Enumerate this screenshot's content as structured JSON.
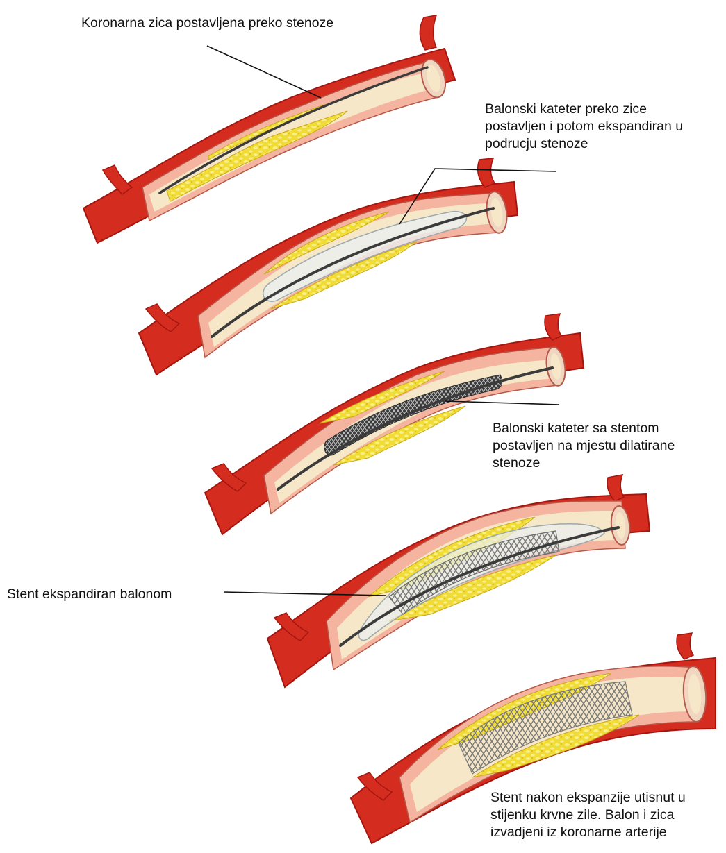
{
  "labels": {
    "guidewire": [
      "Koronarna zica postavljena preko stenoze"
    ],
    "balloon": [
      "Balonski kateter preko zice",
      "postavljen i potom ekspandiran u",
      "podrucju stenoze"
    ],
    "stent_placed": [
      "Balonski kateter sa stentom",
      "postavljen na mjestu dilatirane",
      "stenoze"
    ],
    "stent_expanded": [
      "Stent ekspandiran balonom"
    ],
    "final": [
      "Stent nakon ekspanzije utisnut u",
      "stijenku krvne zile. Balon i zica",
      "izvadjeni iz koronarne arterije"
    ]
  },
  "colors": {
    "artery_outer": "#d42c1f",
    "artery_dark": "#a3160f",
    "artery_wall": "#f4b4a0",
    "lumen": "#f6e7c8",
    "plaque": "#f1dc35",
    "plaque_light": "#f8ef8a",
    "wire": "#3b3b3b",
    "balloon": "#e9f0f2",
    "stent": "#8c8c8c",
    "leader_line": "#111111"
  }
}
